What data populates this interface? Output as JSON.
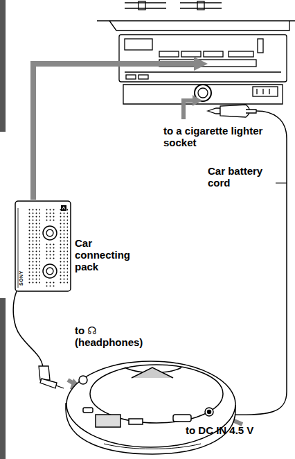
{
  "diagram": {
    "labels": [
      "to a cigarette lighter socket",
      "Car connecting pack",
      "Car battery cord",
      "to ☊ (headphones)",
      "to DC IN 4.5 V",
      "SONY"
    ]
  }
}
